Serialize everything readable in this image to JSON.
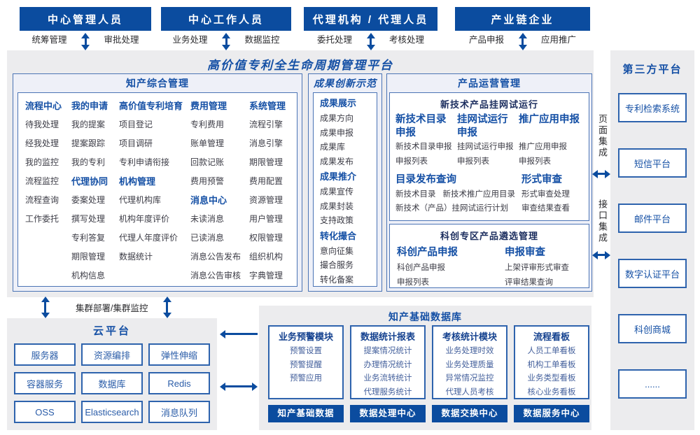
{
  "colors": {
    "primary_blue": "#0b4c9f",
    "title_blue": "#1550a5",
    "heading_navy": "#14418f",
    "item_blue": "#44609c",
    "text_dark": "#3c3c46",
    "section_border": "#4b74b5",
    "box_border": "#2e63ad",
    "bg_gray": "#ececee",
    "bg_section": "#eef0f8"
  },
  "actors": [
    {
      "title": "中心管理人员",
      "left": "统筹管理",
      "right": "审批处理"
    },
    {
      "title": "中心工作人员",
      "left": "业务处理",
      "right": "数据监控"
    },
    {
      "title": "代理机构 / 代理人员",
      "left": "委托处理",
      "right": "考核处理"
    },
    {
      "title": "产业链企业",
      "left": "产品申报",
      "right": "应用推广"
    }
  ],
  "platform_title": "高价值专利全生命周期管理平台",
  "ip": {
    "title": "知产综合管理",
    "columns": [
      {
        "groups": [
          {
            "h": "流程中心",
            "items": [
              "待我处理",
              "经我处理",
              "我的监控",
              "流程监控",
              "流程查询",
              "工作委托"
            ]
          }
        ]
      },
      {
        "groups": [
          {
            "h": "我的申请",
            "items": [
              "我的提案",
              "提案跟踪",
              "我的专利"
            ]
          },
          {
            "h": "代理协同",
            "items": [
              "委案处理",
              "撰写处理",
              "专利答复",
              "期限管理",
              "机构信息"
            ]
          }
        ]
      },
      {
        "groups": [
          {
            "h": "高价值专利培育",
            "items": [
              "项目登记",
              "项目调研",
              "专利申请衔接"
            ]
          },
          {
            "h": "机构管理",
            "items": [
              "代理机构库",
              "机构年度评价",
              "代理人年度评价",
              "数据统计"
            ]
          }
        ]
      },
      {
        "groups": [
          {
            "h": "费用管理",
            "items": [
              "专利费用",
              "账单管理",
              "回款记账",
              "费用预警"
            ]
          },
          {
            "h": "消息中心",
            "items": [
              "未读消息",
              "已读消息",
              "消息公告发布",
              "消息公告审核"
            ]
          }
        ]
      },
      {
        "groups": [
          {
            "h": "系统管理",
            "items": [
              "流程引擎",
              "消息引擎",
              "期限管理",
              "费用配置",
              "资源管理",
              "用户管理",
              "权限管理",
              "组织机构",
              "字典管理"
            ]
          }
        ]
      }
    ]
  },
  "demo": {
    "title": "成果创新示范",
    "groups": [
      {
        "h": "成果展示",
        "items": [
          "成果方向",
          "成果申报",
          "成果库",
          "成果发布"
        ]
      },
      {
        "h": "成果推介",
        "items": [
          "成果宣传",
          "成果封装",
          "支持政策"
        ]
      },
      {
        "h": "转化撮合",
        "items": [
          "意向征集",
          "撮合服务",
          "转化备案"
        ]
      }
    ]
  },
  "pm": {
    "title": "产品运营管理",
    "boxA": {
      "title": "新技术产品挂网试运行",
      "columns": [
        {
          "h": "新技术目录申报",
          "items": [
            "新技术目录申报",
            "申报列表"
          ]
        },
        {
          "h": "挂网试运行申报",
          "items": [
            "挂网试运行申报",
            "申报列表"
          ]
        },
        {
          "h": "推广应用申报",
          "items": [
            "推广应用申报",
            "申报列表"
          ]
        }
      ],
      "catalog": {
        "h": "目录发布查询",
        "row1a": "新技术目录",
        "row1b": "新技术推广应用目录",
        "row2": "新技术（产品）挂网试运行计划"
      },
      "review": {
        "h": "形式审查",
        "items": [
          "形式审查处理",
          "审查结果查看"
        ]
      }
    },
    "boxB": {
      "title": "科创专区产品遴选管理",
      "columns": [
        {
          "h": "科创产品申报",
          "items": [
            "科创产品申报",
            "申报列表"
          ]
        },
        {
          "h": "申报审查",
          "items": [
            "上架评审形式审查",
            "评审结果查询"
          ]
        }
      ]
    }
  },
  "cluster_label": "集群部署/集群监控",
  "cloud": {
    "title": "云平台",
    "cells": [
      "服务器",
      "资源编排",
      "弹性伸缩",
      "容器服务",
      "数据库",
      "Redis",
      "OSS",
      "Elasticsearch",
      "消息队列"
    ]
  },
  "db": {
    "title": "知产基础数据库",
    "columns": [
      {
        "h": "业务预警模块",
        "items": [
          "预警设置",
          "预警提醒",
          "预警应用"
        ],
        "footer": "知产基础数据"
      },
      {
        "h": "数据统计报表",
        "items": [
          "提案情况统计",
          "办理情况统计",
          "业务流转统计",
          "代理服务统计"
        ],
        "footer": "数据处理中心"
      },
      {
        "h": "考核统计模块",
        "items": [
          "业务处理时效",
          "业务处理质量",
          "异常情况监控",
          "代理人员考核"
        ],
        "footer": "数据交换中心"
      },
      {
        "h": "流程看板",
        "items": [
          "人员工单看板",
          "机构工单看板",
          "业务类型看板",
          "核心业务看板"
        ],
        "footer": "数据服务中心"
      }
    ]
  },
  "integration": {
    "page": "页面集成",
    "api": "接口集成"
  },
  "third_party": {
    "title": "第三方平台",
    "boxes": [
      "专利检索系统",
      "短信平台",
      "邮件平台",
      "数字认证平台",
      "科创商城",
      "......"
    ]
  }
}
